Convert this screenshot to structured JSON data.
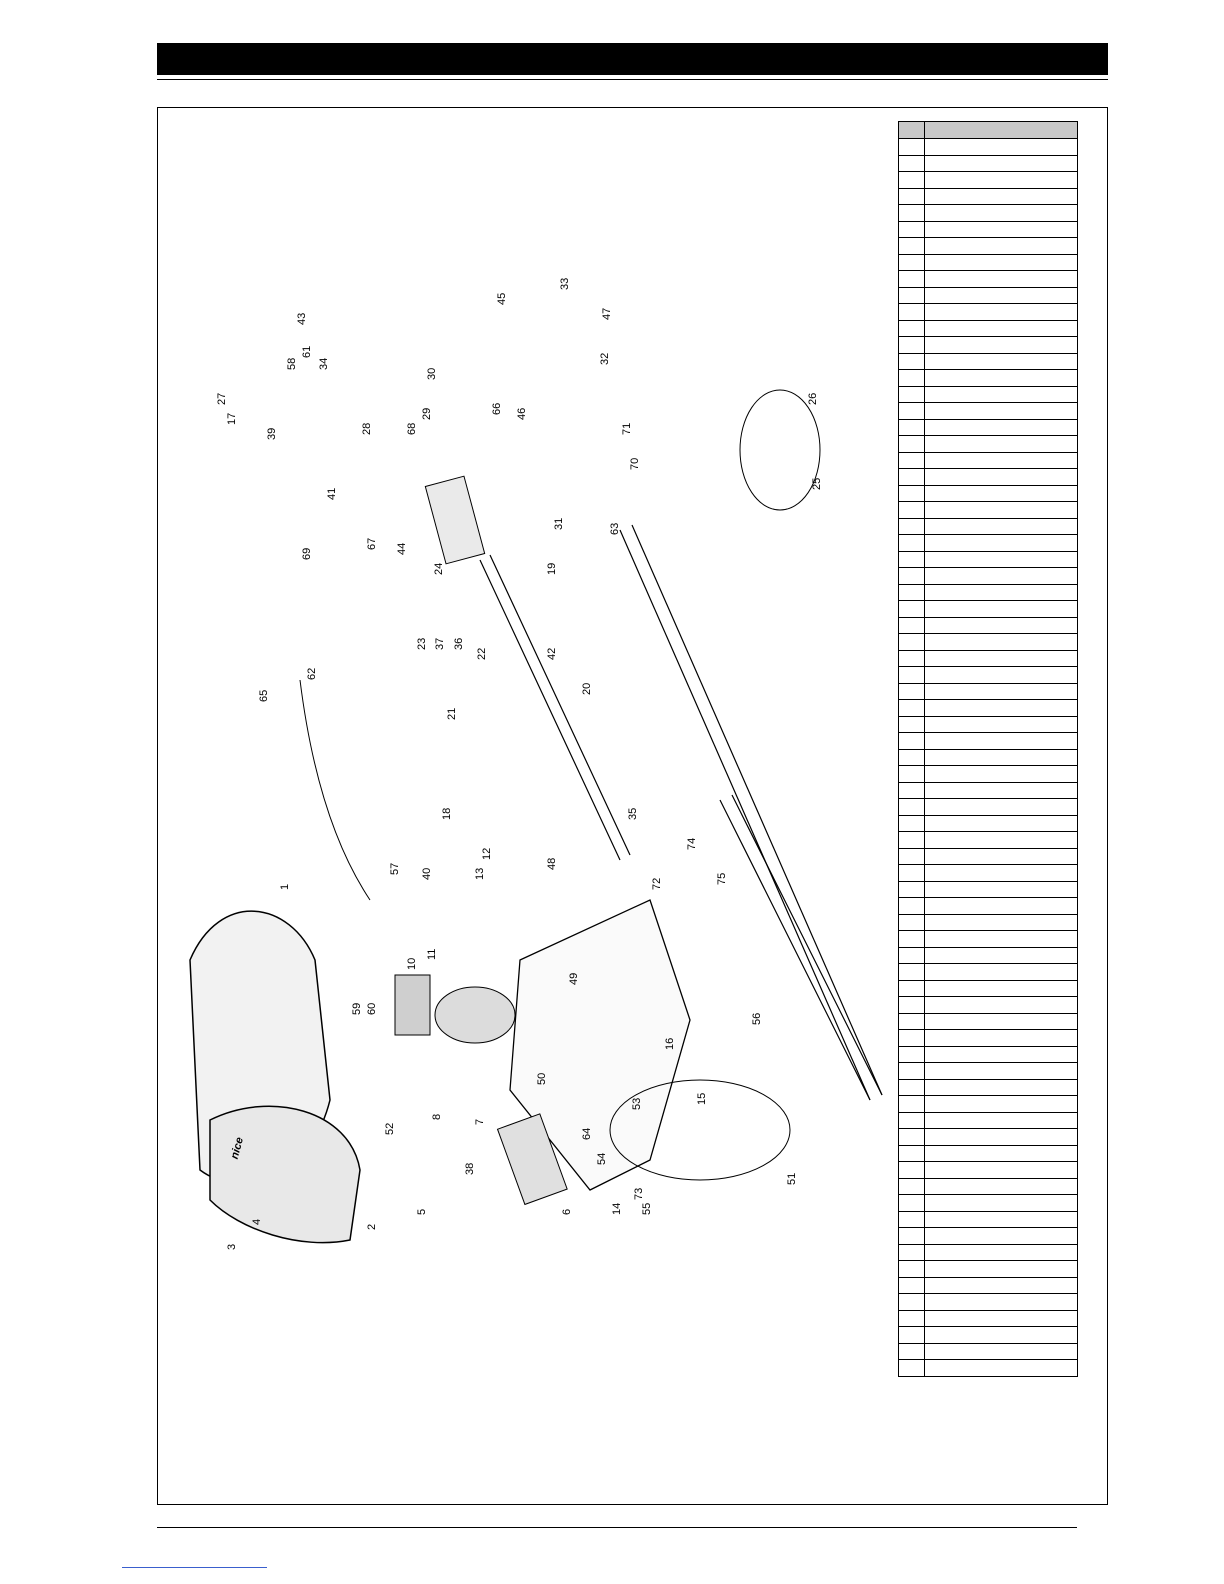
{
  "document": {
    "header_title": "",
    "drawing": {
      "labels": [
        {
          "id": "label-1",
          "text": "1"
        },
        {
          "id": "label-2",
          "text": "2"
        },
        {
          "id": "label-3",
          "text": "3"
        },
        {
          "id": "label-4",
          "text": "4"
        },
        {
          "id": "label-5",
          "text": "5"
        },
        {
          "id": "label-6",
          "text": "6"
        },
        {
          "id": "label-7",
          "text": "7"
        },
        {
          "id": "label-8",
          "text": "8"
        },
        {
          "id": "label-10",
          "text": "10"
        },
        {
          "id": "label-11",
          "text": "11"
        },
        {
          "id": "label-12",
          "text": "12"
        },
        {
          "id": "label-13",
          "text": "13"
        },
        {
          "id": "label-14",
          "text": "14"
        },
        {
          "id": "label-15",
          "text": "15"
        },
        {
          "id": "label-16",
          "text": "16"
        },
        {
          "id": "label-17",
          "text": "17"
        },
        {
          "id": "label-18",
          "text": "18"
        },
        {
          "id": "label-19",
          "text": "19"
        },
        {
          "id": "label-20",
          "text": "20"
        },
        {
          "id": "label-21",
          "text": "21"
        },
        {
          "id": "label-22",
          "text": "22"
        },
        {
          "id": "label-23",
          "text": "23"
        },
        {
          "id": "label-24",
          "text": "24"
        },
        {
          "id": "label-25",
          "text": "25"
        },
        {
          "id": "label-26",
          "text": "26"
        },
        {
          "id": "label-27",
          "text": "27"
        },
        {
          "id": "label-28",
          "text": "28"
        },
        {
          "id": "label-29",
          "text": "29"
        },
        {
          "id": "label-30",
          "text": "30"
        },
        {
          "id": "label-31",
          "text": "31"
        },
        {
          "id": "label-32",
          "text": "32"
        },
        {
          "id": "label-33",
          "text": "33"
        },
        {
          "id": "label-34",
          "text": "34"
        },
        {
          "id": "label-35",
          "text": "35"
        },
        {
          "id": "label-36",
          "text": "36"
        },
        {
          "id": "label-37",
          "text": "37"
        },
        {
          "id": "label-38",
          "text": "38"
        },
        {
          "id": "label-39",
          "text": "39"
        },
        {
          "id": "label-40",
          "text": "40"
        },
        {
          "id": "label-41",
          "text": "41"
        },
        {
          "id": "label-42",
          "text": "42"
        },
        {
          "id": "label-43",
          "text": "43"
        },
        {
          "id": "label-44",
          "text": "44"
        },
        {
          "id": "label-45",
          "text": "45"
        },
        {
          "id": "label-46",
          "text": "46"
        },
        {
          "id": "label-47",
          "text": "47"
        },
        {
          "id": "label-48",
          "text": "48"
        },
        {
          "id": "label-49",
          "text": "49"
        },
        {
          "id": "label-50",
          "text": "50"
        },
        {
          "id": "label-51",
          "text": "51"
        },
        {
          "id": "label-52",
          "text": "52"
        },
        {
          "id": "label-53",
          "text": "53"
        },
        {
          "id": "label-54",
          "text": "54"
        },
        {
          "id": "label-55",
          "text": "55"
        },
        {
          "id": "label-56",
          "text": "56"
        },
        {
          "id": "label-57",
          "text": "57"
        },
        {
          "id": "label-58",
          "text": "58"
        },
        {
          "id": "label-59",
          "text": "59"
        },
        {
          "id": "label-60",
          "text": "60"
        },
        {
          "id": "label-61",
          "text": "61"
        },
        {
          "id": "label-62",
          "text": "62"
        },
        {
          "id": "label-63",
          "text": "63"
        },
        {
          "id": "label-64",
          "text": "64"
        },
        {
          "id": "label-65",
          "text": "65"
        },
        {
          "id": "label-66",
          "text": "66"
        },
        {
          "id": "label-67",
          "text": "67"
        },
        {
          "id": "label-68",
          "text": "68"
        },
        {
          "id": "label-69",
          "text": "69"
        },
        {
          "id": "label-70",
          "text": "70"
        },
        {
          "id": "label-71",
          "text": "71"
        },
        {
          "id": "label-72",
          "text": "72"
        },
        {
          "id": "label-73",
          "text": "73"
        },
        {
          "id": "label-74",
          "text": "74"
        },
        {
          "id": "label-75",
          "text": "75"
        }
      ],
      "brand_logo_text": "nice"
    },
    "parts_table": {
      "header": [
        "",
        ""
      ],
      "row_count": 75
    }
  }
}
